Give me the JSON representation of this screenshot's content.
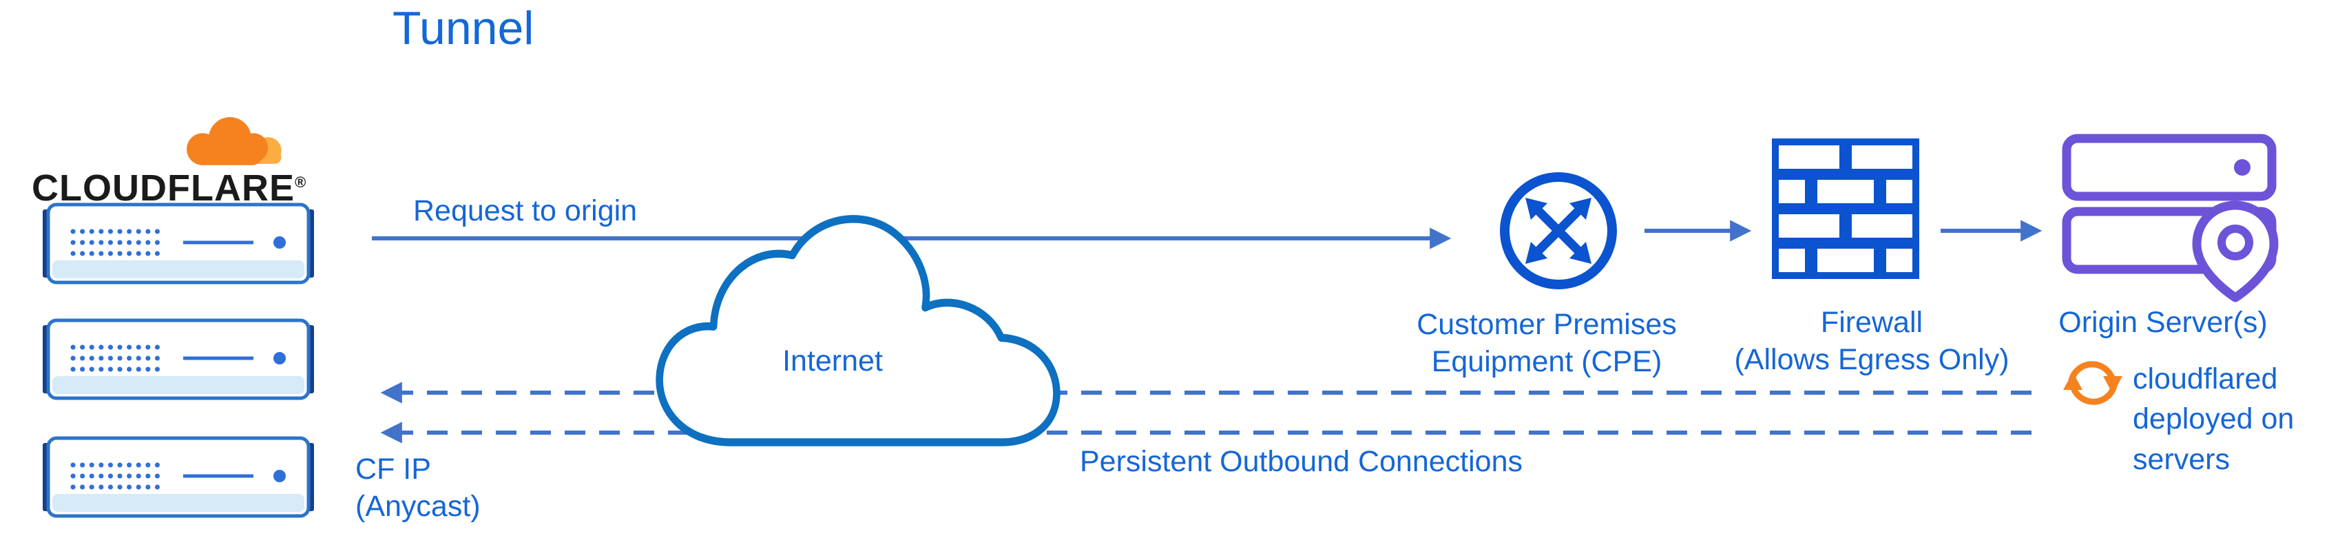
{
  "title": "Tunnel",
  "logo": {
    "brand": "CLOUDFLARE",
    "registered": "®"
  },
  "labels": {
    "request_to_origin": "Request to origin",
    "internet": "Internet",
    "cpe": "Customer Premises\nEquipment (CPE)",
    "firewall": "Firewall\n(Allows Egress Only)",
    "origin_servers": "Origin Server(s)",
    "cloudflared": "cloudflared\ndeployed on\nservers",
    "persistent_outbound": "Persistent Outbound Connections",
    "cf_ip": "CF IP\n(Anycast)"
  },
  "icons": {
    "cloudflare-cloud-icon": "orange cloudflare brand cloud",
    "edge-server-icon": "blue rack server with dotted vents and status dot",
    "internet-cloud-icon": "blue outlined cloud shape",
    "cpe-router-icon": "blue circle with four crossing arrows",
    "firewall-icon": "blue brick wall",
    "origin-server-icon": "purple stacked servers with location pin",
    "sync-icon": "orange circular refresh arrows",
    "arrow-icon": "blue arrowhead"
  },
  "colors": {
    "blue_text": "#1566d6",
    "blue_line": "#4273cb",
    "blue_icon": "#0b53cf",
    "cloud_blue": "#0d70c0",
    "purple": "#6d53d8",
    "orange": "#f6821f",
    "orange_light": "#fbad41",
    "server_cap_navy": "#163f8e"
  }
}
